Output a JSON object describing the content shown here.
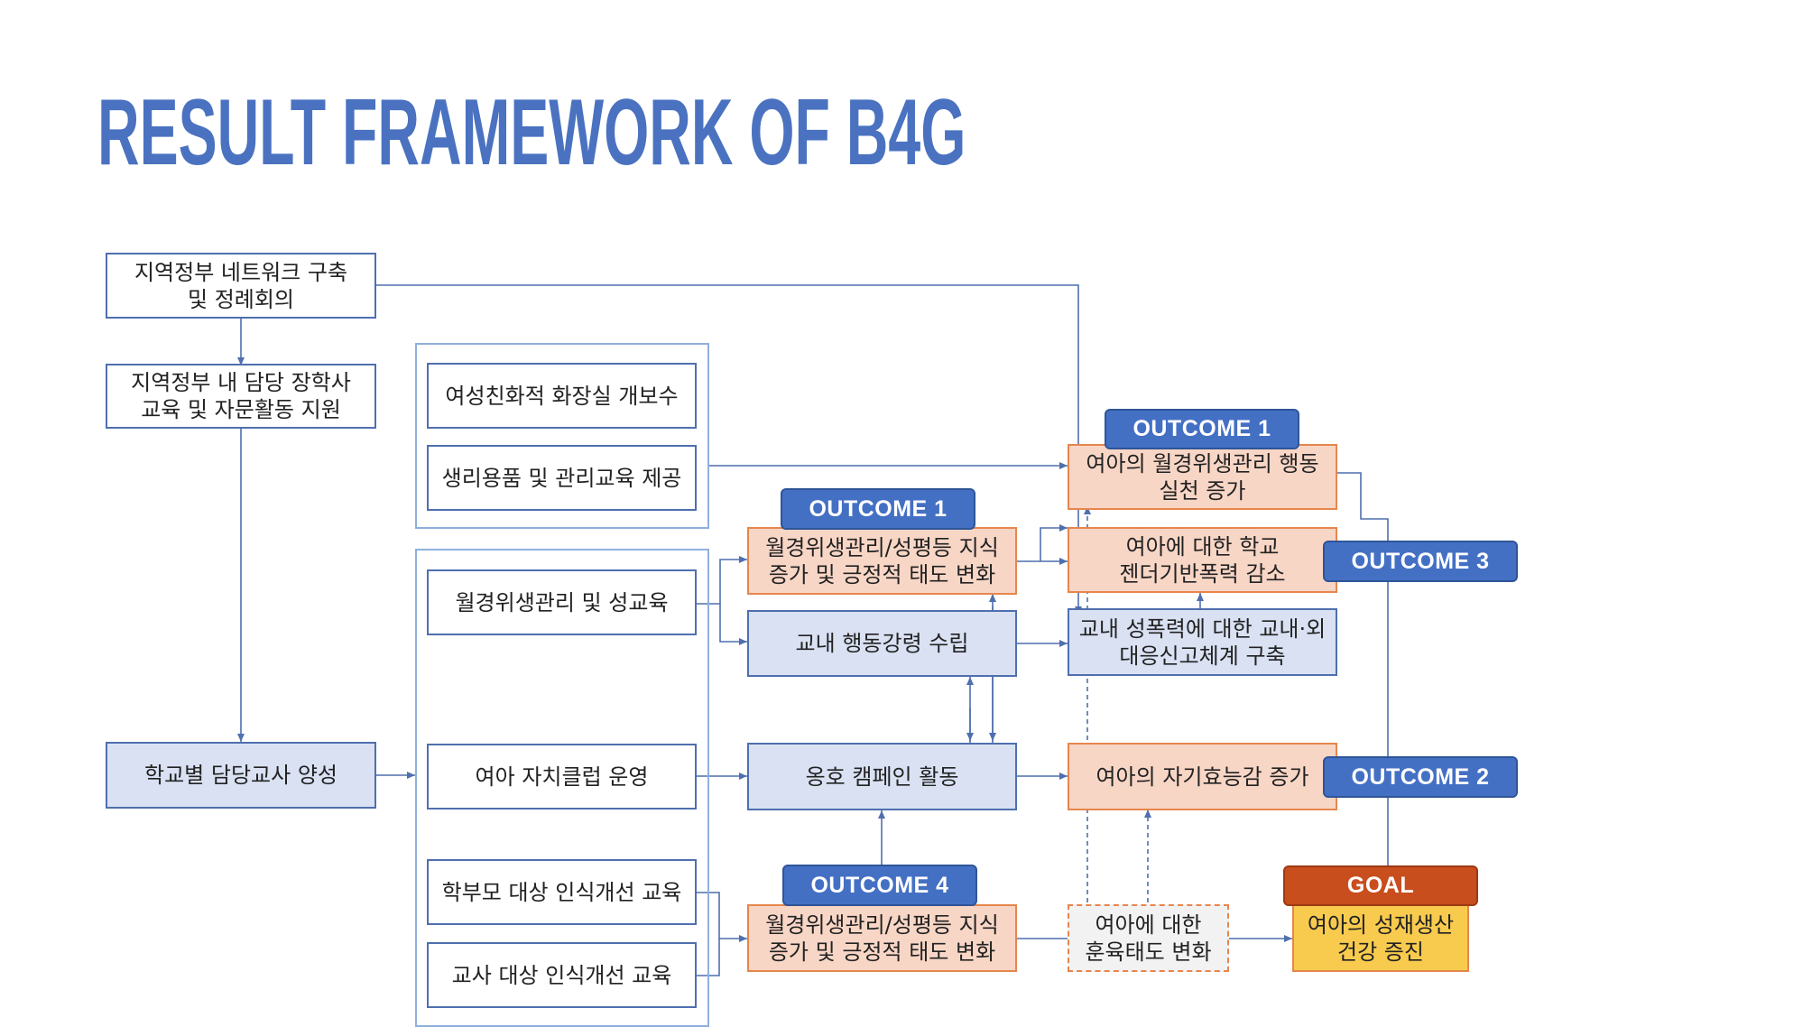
{
  "title": "RESULT FRAMEWORK OF B4G",
  "boxes": {
    "network": "지역정부 네트워크 구축\n및 정례회의",
    "officer": "지역정부 내 담당 장학사\n교육 및 자문활동 지원",
    "teacher_training": "학교별 담당교사 양성",
    "toilet": "여성친화적 화장실 개보수",
    "sanitary": "생리용품 및 관리교육 제공",
    "mhm_sex_ed": "월경위생관리 및 성교육",
    "club": "여아 자치클럽 운영",
    "parent_edu": "학부모 대상 인식개선 교육",
    "teacher_edu": "교사 대상 인식개선 교육",
    "knowledge_1": "월경위생관리/성평등 지식\n증가 및 긍정적 태도 변화",
    "conduct": "교내 행동강령 수립",
    "campaign": "옹호 캠페인 활동",
    "knowledge_4": "월경위생관리/성평등 지식\n증가 및 긍정적 태도 변화",
    "practice": "여아의 월경위생관리 행동\n실천 증가",
    "gbv": "여아에 대한 학교\n젠더기반폭력 감소",
    "reporting": "교내 성폭력에 대한 교내·외\n대응신고체계 구축",
    "efficacy": "여아의 자기효능감 증가",
    "attitude": "여아에 대한\n훈육태도 변화",
    "goal_box": "여아의 성재생산\n건강 증진"
  },
  "labels": {
    "outcome1_top": "OUTCOME 1",
    "outcome1_mid": "OUTCOME 1",
    "outcome3": "OUTCOME 3",
    "outcome2": "OUTCOME 2",
    "outcome4": "OUTCOME 4",
    "goal": "GOAL"
  },
  "colors": {
    "title": "#4a72c0",
    "line": "#4f6fae",
    "outcome_label": "#4470c4",
    "goal_label": "#c84e1d",
    "orange_fill": "#f8d6c6",
    "blue_fill": "#d9e1f3",
    "goal_fill": "#f8cb4f"
  }
}
